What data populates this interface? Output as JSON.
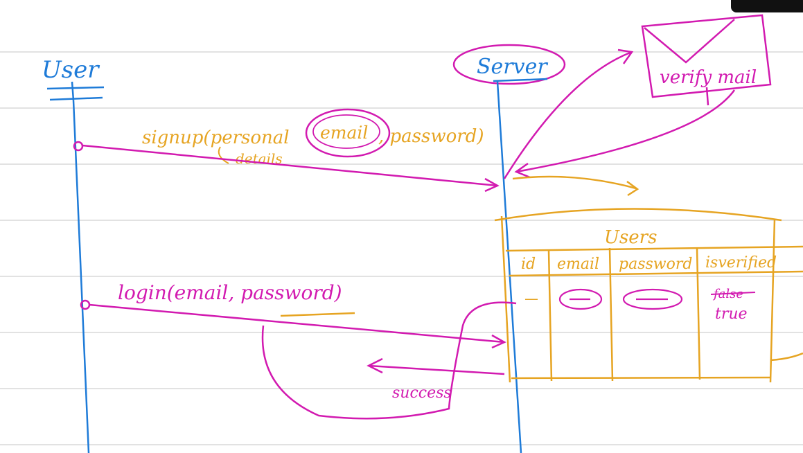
{
  "colors": {
    "blue": "#1e7bd8",
    "magenta": "#d21ab0",
    "orange": "#e6a422",
    "rule": "#d9d9d9"
  },
  "actors": {
    "user": "User",
    "server": "Server"
  },
  "messages": {
    "signup": "signup(personal",
    "signup_email": "email",
    "signup_password": ", password)",
    "signup_details": "details",
    "login": "login(email, password)",
    "success": "success"
  },
  "mail": {
    "label": "verify mail",
    "icon": "envelope-icon"
  },
  "table": {
    "title": "Users",
    "columns": [
      "id",
      "email",
      "password",
      "isverified"
    ],
    "row": {
      "id": "—",
      "verified_struck": "false",
      "verified": "true"
    }
  }
}
